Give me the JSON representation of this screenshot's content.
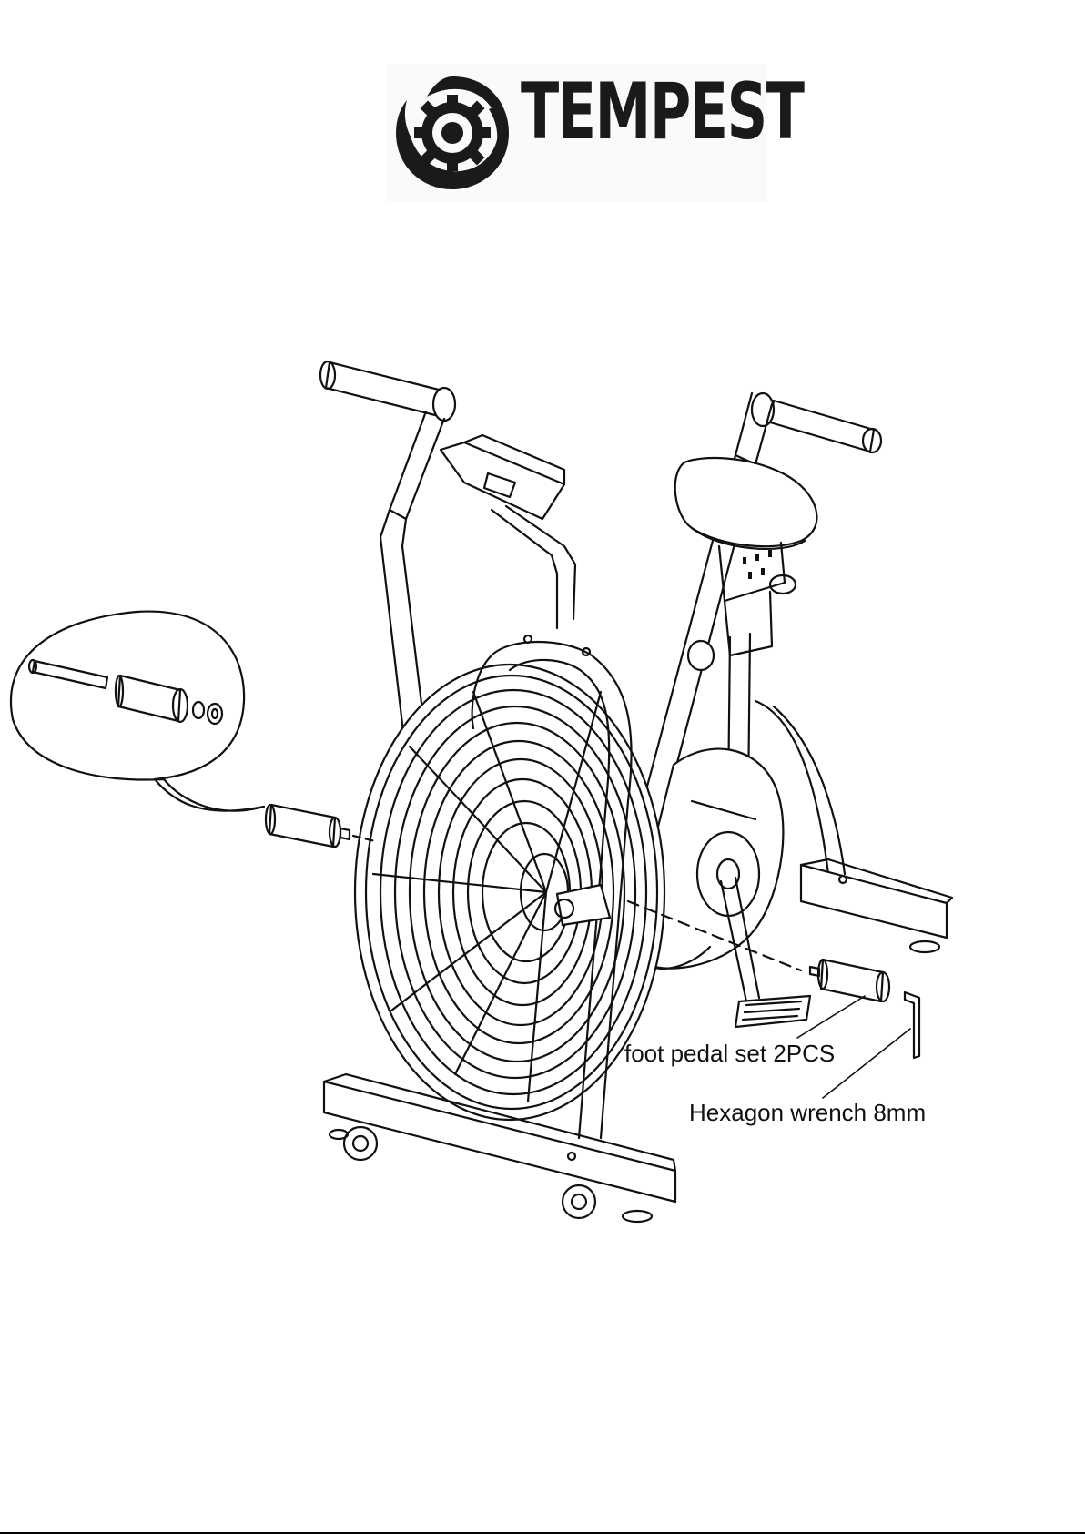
{
  "logo": {
    "brand_text": "TEMPEST",
    "icon": "tempest-gear-swirl-icon"
  },
  "diagram": {
    "subject": "air bike assembly",
    "labels": {
      "foot_pedal": "foot pedal set 2PCS",
      "wrench": "Hexagon wrench 8mm"
    }
  },
  "colors": {
    "line": "#111111",
    "background": "#ffffff"
  }
}
